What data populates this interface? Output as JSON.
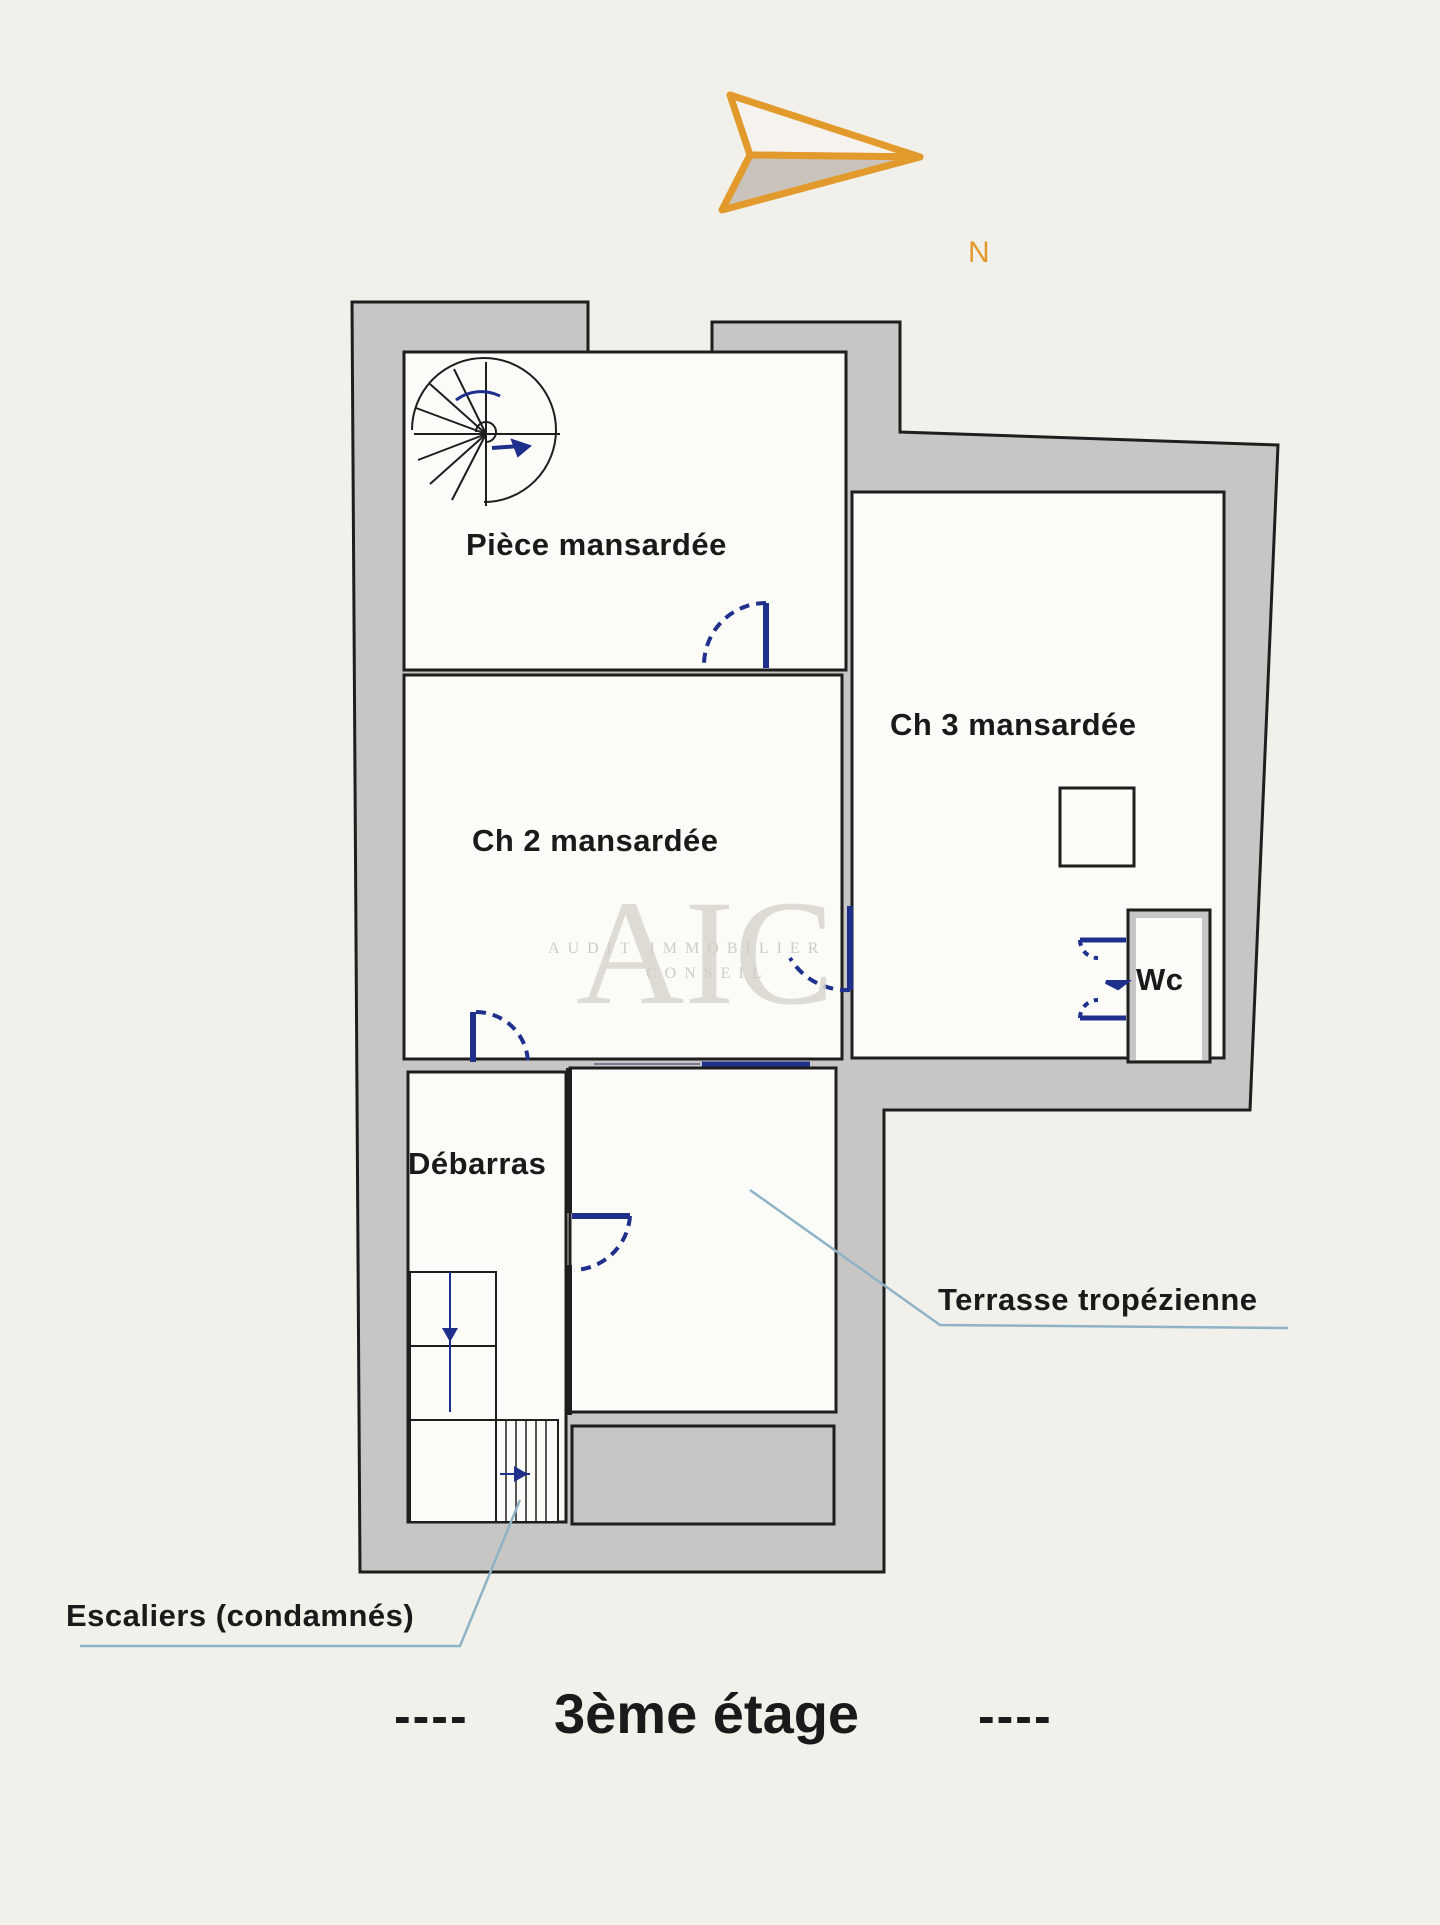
{
  "compass": {
    "label": "N",
    "color": "#e39a2c",
    "fill": "#c9c3bb"
  },
  "walls": {
    "color": "#c8c6c4",
    "outline": "#1e1e1e"
  },
  "door_color": "#1f2f8c",
  "rooms": {
    "piece": "Pièce mansardée",
    "ch2": "Ch 2  mansardée",
    "ch3": "Ch 3  mansardée",
    "wc": "Wc",
    "debarras": "Débarras",
    "terrasse": "Terrasse tropézienne",
    "escaliers": "Escaliers (condamnés)"
  },
  "title": {
    "text": "3ème étage",
    "left_dashes": "----",
    "right_dashes": "----"
  },
  "watermark": {
    "logo": "AIC",
    "line1": "AUDIT IMMOBILIER",
    "line2": "CONSEIL"
  }
}
